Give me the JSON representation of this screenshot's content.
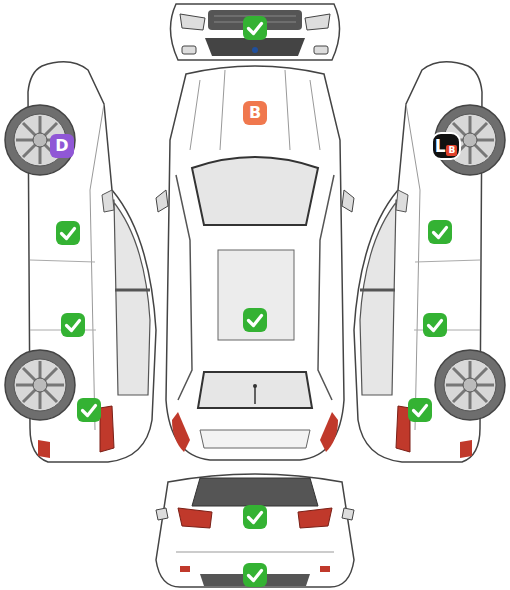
{
  "diagram": {
    "nodes": [
      {
        "text": [
          "B"
        ]
      },
      {
        "text": [
          "D"
        ]
      },
      {
        "text": [
          "L",
          "B"
        ]
      }
    ]
  }
}
